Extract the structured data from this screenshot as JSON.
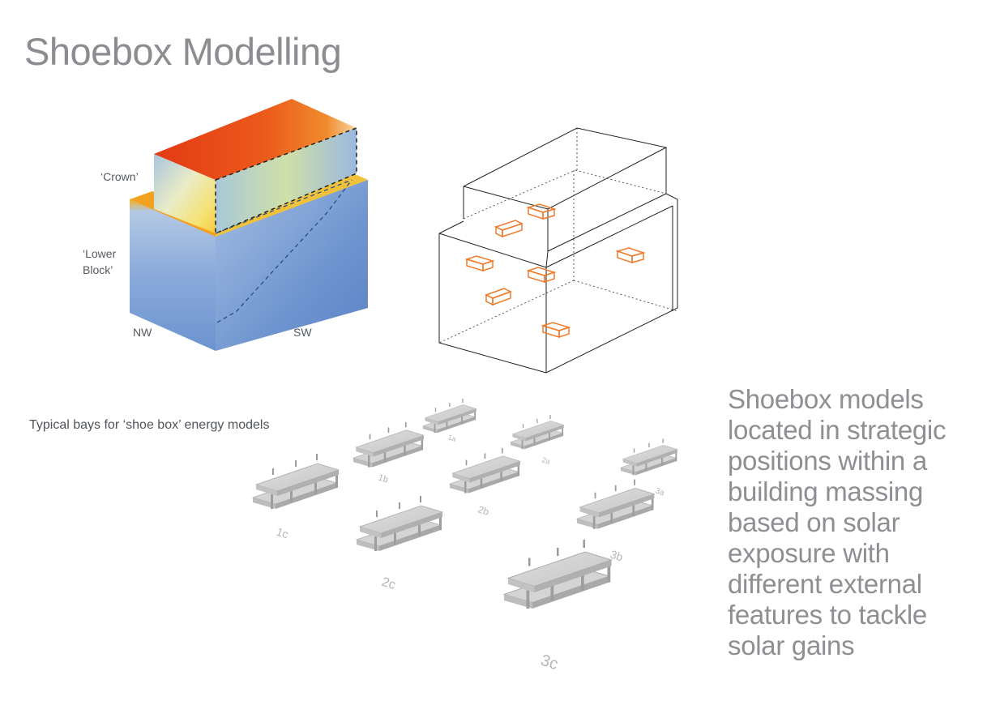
{
  "title": "Shoebox Modelling",
  "heatmap": {
    "labels": {
      "crown": "‘Crown’",
      "lower_block_1": "‘Lower",
      "lower_block_2": "Block’",
      "nw": "NW",
      "sw": "SW"
    },
    "colors": {
      "hot": "#e8431a",
      "warm": "#f6c933",
      "cool": "#87a9dc",
      "cold": "#5d86c8"
    }
  },
  "wireframe": {
    "shoebox_color": "#f07a2a"
  },
  "caption": "Typical bays for ‘shoe box’ energy models",
  "bays": [
    "1a",
    "1b",
    "1c",
    "2a",
    "2b",
    "2c",
    "3a",
    "3b",
    "3c"
  ],
  "description": "Shoebox models located in strategic positions within a building massing based on solar exposure with different external features to tackle solar gains"
}
